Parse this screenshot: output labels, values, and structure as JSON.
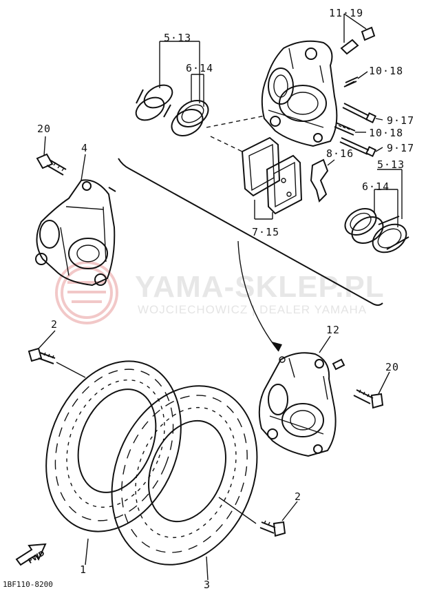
{
  "watermark": {
    "title": "YAMA-SKLEP.PL",
    "subtitle": "WOJCIECHOWICZ | DEALER YAMAHA",
    "logo": "yamaha-tuning-fork-logo"
  },
  "figure_code": "1BF110-8200",
  "fwd_label": "FWD",
  "callouts": [
    {
      "id": "c1119",
      "text": "11·19"
    },
    {
      "id": "c513a",
      "text": "5·13"
    },
    {
      "id": "c614a",
      "text": "6·14"
    },
    {
      "id": "c1018a",
      "text": "10·18"
    },
    {
      "id": "c917a",
      "text": "9·17"
    },
    {
      "id": "c1018b",
      "text": "10·18"
    },
    {
      "id": "c917b",
      "text": "9·17"
    },
    {
      "id": "c816",
      "text": "8·16"
    },
    {
      "id": "c513b",
      "text": "5·13"
    },
    {
      "id": "c614b",
      "text": "6·14"
    },
    {
      "id": "c715",
      "text": "7·15"
    },
    {
      "id": "c20a",
      "text": "20"
    },
    {
      "id": "c4",
      "text": "4"
    },
    {
      "id": "c2a",
      "text": "2"
    },
    {
      "id": "c12",
      "text": "12"
    },
    {
      "id": "c20b",
      "text": "20"
    },
    {
      "id": "c2b",
      "text": "2"
    },
    {
      "id": "c1",
      "text": "1"
    },
    {
      "id": "c3",
      "text": "3"
    }
  ]
}
